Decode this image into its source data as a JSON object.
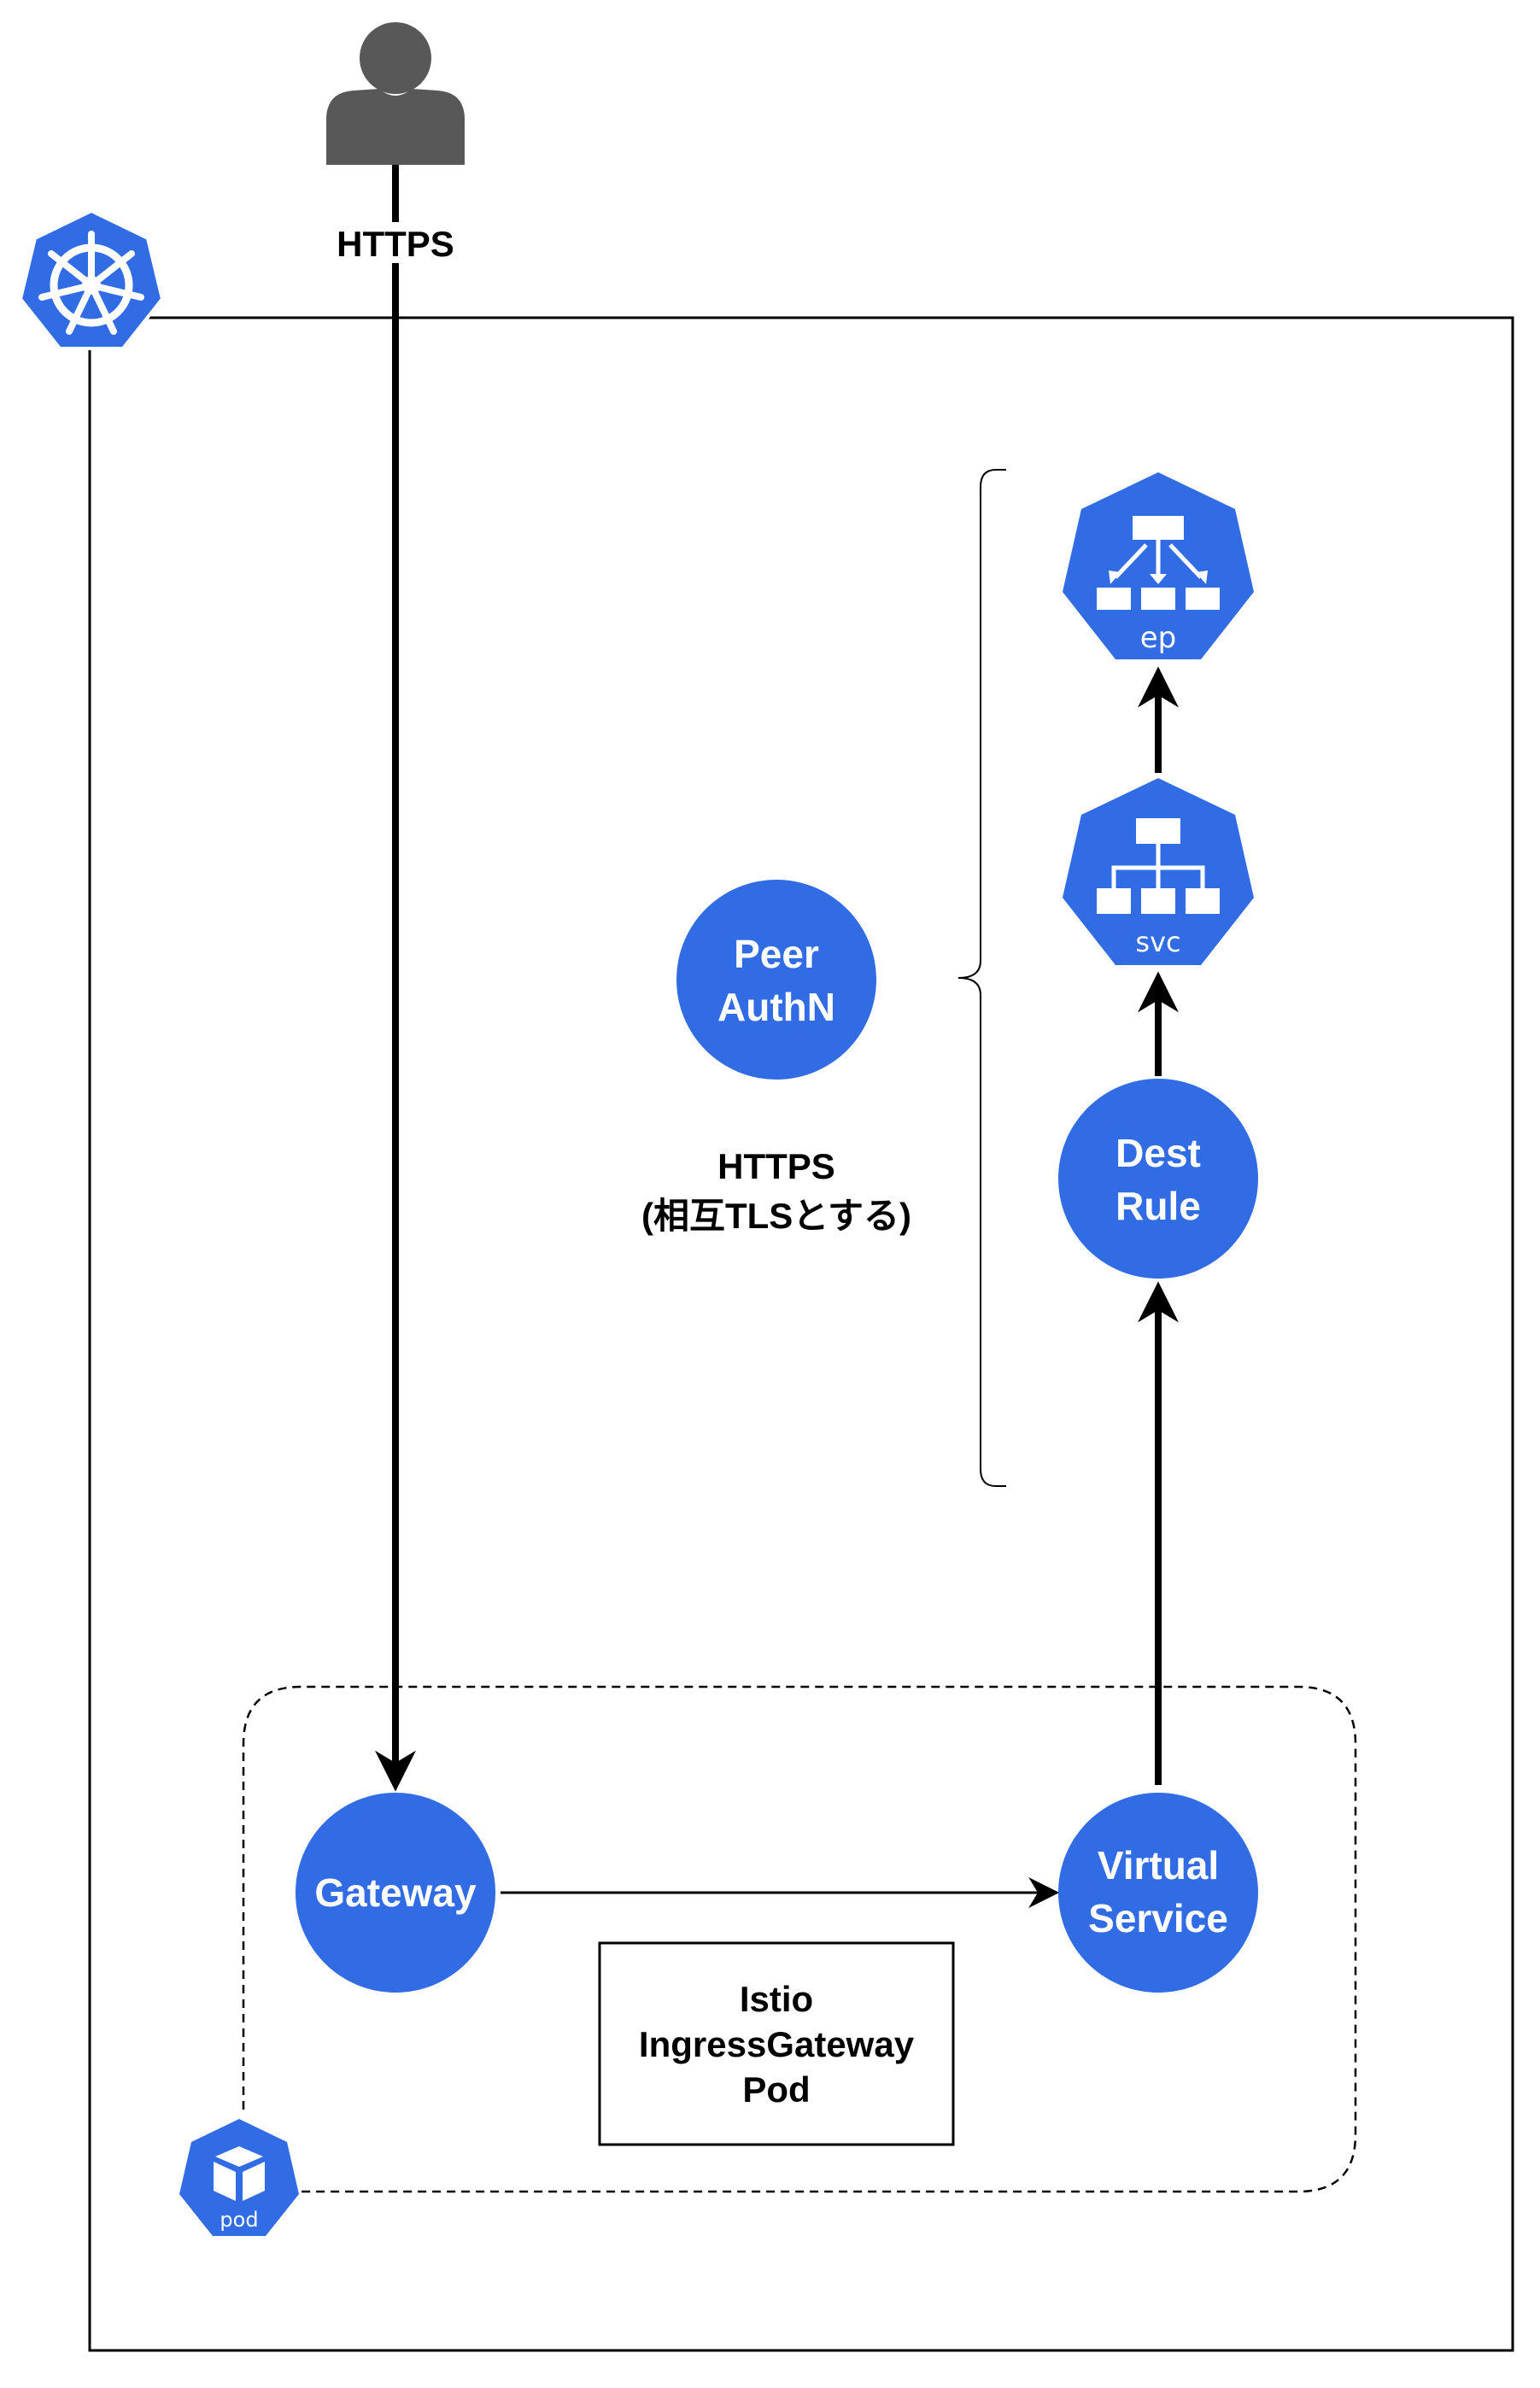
{
  "colors": {
    "k8s_blue": "#326ce5",
    "person_gray": "#585858",
    "line": "#000000",
    "background": "#ffffff"
  },
  "icons": {
    "user": "person-icon",
    "cluster": "kubernetes-helm-icon",
    "endpoint": "kubernetes-endpoint-icon",
    "service": "kubernetes-service-icon",
    "pod": "kubernetes-pod-icon"
  },
  "labels": {
    "user_https": "HTTPS",
    "mtls_line1": "HTTPS",
    "mtls_line2": "(相互TLSとする)"
  },
  "nodes": {
    "peer_authn": {
      "line1": "Peer",
      "line2": "AuthN"
    },
    "dest_rule": {
      "line1": "Dest",
      "line2": "Rule"
    },
    "gateway": {
      "line1": "Gateway"
    },
    "virtual_service": {
      "line1": "Virtual",
      "line2": "Service"
    },
    "ep": {
      "caption": "ep"
    },
    "svc": {
      "caption": "svc"
    },
    "pod": {
      "caption": "pod"
    }
  },
  "pod_box": {
    "line1": "Istio",
    "line2": "IngressGateway",
    "line3": "Pod"
  }
}
